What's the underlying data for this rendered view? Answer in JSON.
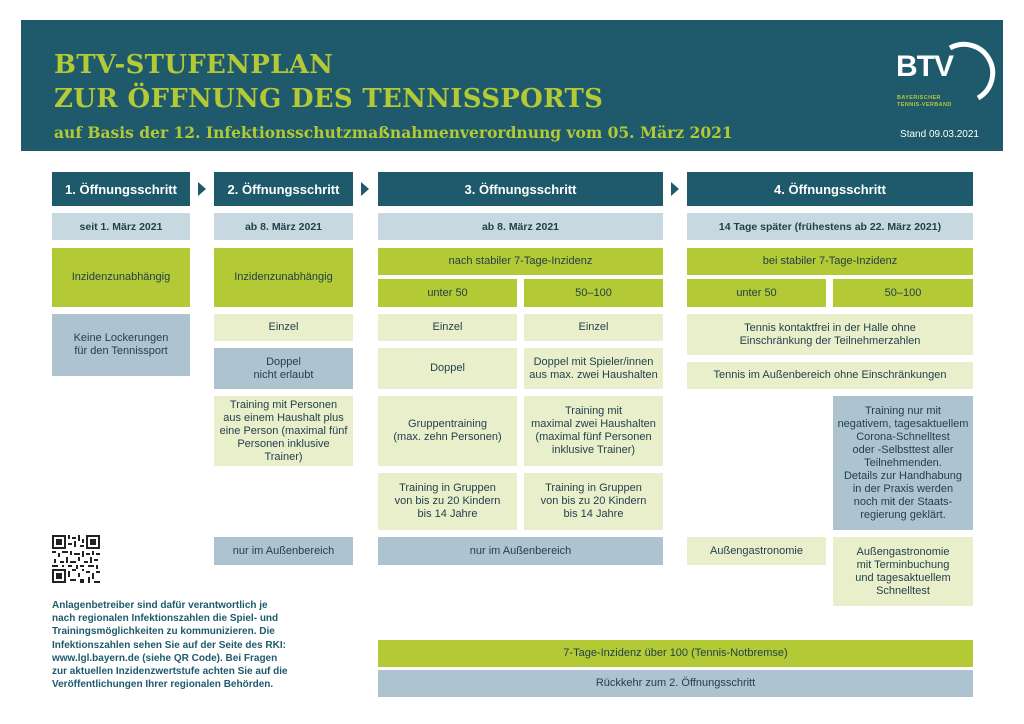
{
  "header": {
    "title_line1": "BTV-STUFENPLAN",
    "title_line2": "ZUR ÖFFNUNG DES TENNISSPORTS",
    "subtitle": "auf Basis der 12. Infektionsschutzmaßnahmenverordnung vom 05. März 2021",
    "stand": "Stand 09.03.2021",
    "logo_text": "BTV",
    "logo_sub1": "BAYERISCHER",
    "logo_sub2": "TENNIS-VERBAND"
  },
  "steps": {
    "s1": {
      "title": "1. Öffnungsschritt",
      "date": "seit 1. März 2021",
      "incidence": "Inzidenzunabhängig",
      "rule1_l1": "Keine Lockerungen",
      "rule1_l2": "für den Tennissport"
    },
    "s2": {
      "title": "2. Öffnungsschritt",
      "date": "ab 8. März 2021",
      "incidence": "Inzidenzunabhängig",
      "einzel": "Einzel",
      "doppel_l1": "Doppel",
      "doppel_l2": "nicht erlaubt",
      "training_l1": "Training mit Personen",
      "training_l2": "aus einem Haushalt plus",
      "training_l3": "eine Person (maximal fünf",
      "training_l4": "Personen inklusive Trainer)",
      "outdoor": "nur im Außenbereich"
    },
    "s3": {
      "title": "3. Öffnungsschritt",
      "date": "ab 8. März 2021",
      "incidence": "nach stabiler 7-Tage-Inzidenz",
      "col_a": "unter 50",
      "col_b": "50–100",
      "a_einzel": "Einzel",
      "b_einzel": "Einzel",
      "a_doppel": "Doppel",
      "b_doppel_l1": "Doppel mit Spieler/innen",
      "b_doppel_l2": "aus max. zwei Haushalten",
      "a_group_l1": "Gruppentraining",
      "a_group_l2": "(max. zehn Personen)",
      "b_group_l1": "Training mit",
      "b_group_l2": "maximal zwei Haushalten",
      "b_group_l3": "(maximal fünf Personen",
      "b_group_l4": "inklusive Trainer)",
      "kids_l1": "Training in Gruppen",
      "kids_l2": "von bis zu 20 Kindern",
      "kids_l3": "bis 14 Jahre",
      "outdoor": "nur im Außenbereich"
    },
    "s4": {
      "title": "4. Öffnungsschritt",
      "date": "14 Tage später (frühestens ab 22. März 2021)",
      "incidence": "bei stabiler 7-Tage-Inzidenz",
      "col_a": "unter 50",
      "col_b": "50–100",
      "hall_l1": "Tennis kontaktfrei in der Halle ohne",
      "hall_l2": "Einschränkung der Teilnehmerzahlen",
      "outdoor_full": "Tennis im Außenbereich ohne Einschränkungen",
      "test_l1": "Training nur mit",
      "test_l2": "negativem, tagesaktuellem",
      "test_l3": "Corona-Schnelltest",
      "test_l4": "oder -Selbsttest aller",
      "test_l5": "Teilnehmenden.",
      "test_l6": "Details zur Handhabung",
      "test_l7": "in der Praxis werden",
      "test_l8": "noch mit der Staats-",
      "test_l9": "regierung geklärt.",
      "gastro_a": "Außengastronomie",
      "gastro_b_l1": "Außengastronomie",
      "gastro_b_l2": "mit Terminbuchung",
      "gastro_b_l3": "und tagesaktuellem",
      "gastro_b_l4": "Schnelltest"
    }
  },
  "footer": {
    "notbremse": "7-Tage-Inzidenz über 100 (Tennis-Notbremse)",
    "rueckkehr": "Rückkehr zum 2. Öffnungsschritt",
    "note_l1": "Anlagenbetreiber sind dafür verantwortlich je",
    "note_l2": "nach regionalen Infektionszahlen die Spiel- und",
    "note_l3": "Trainingsmöglichkeiten zu kommunizieren. Die",
    "note_l4": "Infektionszahlen sehen Sie auf der Seite des RKI:",
    "note_l5": "www.lgl.bayern.de (siehe QR Code). Bei Fragen",
    "note_l6": "zur aktuellen Inzidenzwertstufe achten Sie auf die",
    "note_l7": "Veröffentlichungen Ihrer regionalen Behörden."
  },
  "colors": {
    "teal": "#1e5a6c",
    "lime": "#b3c935",
    "cream": "#e9eecb",
    "light_blue": "#c7d8e0",
    "grey_blue": "#adc3cf"
  }
}
